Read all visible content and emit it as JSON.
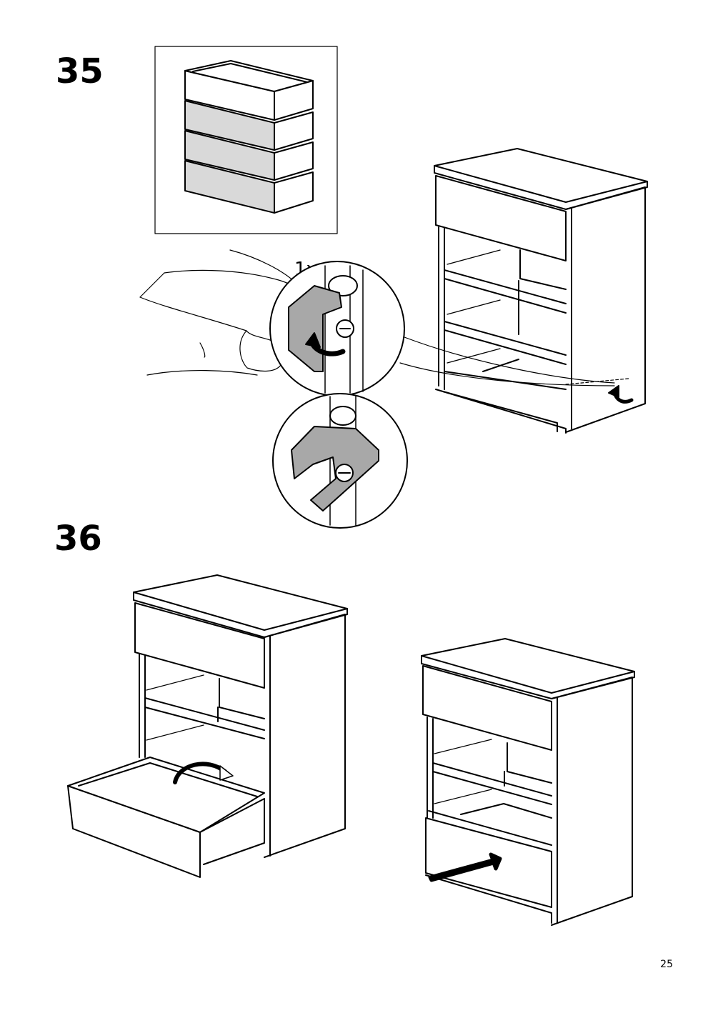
{
  "steps": [
    {
      "number": "35",
      "quantity_label": "1x"
    },
    {
      "number": "36"
    }
  ],
  "page_number": "25",
  "colors": {
    "line": "#000000",
    "part_fill": "#d9d9d9",
    "bracket_fill": "#a8a8a8"
  }
}
